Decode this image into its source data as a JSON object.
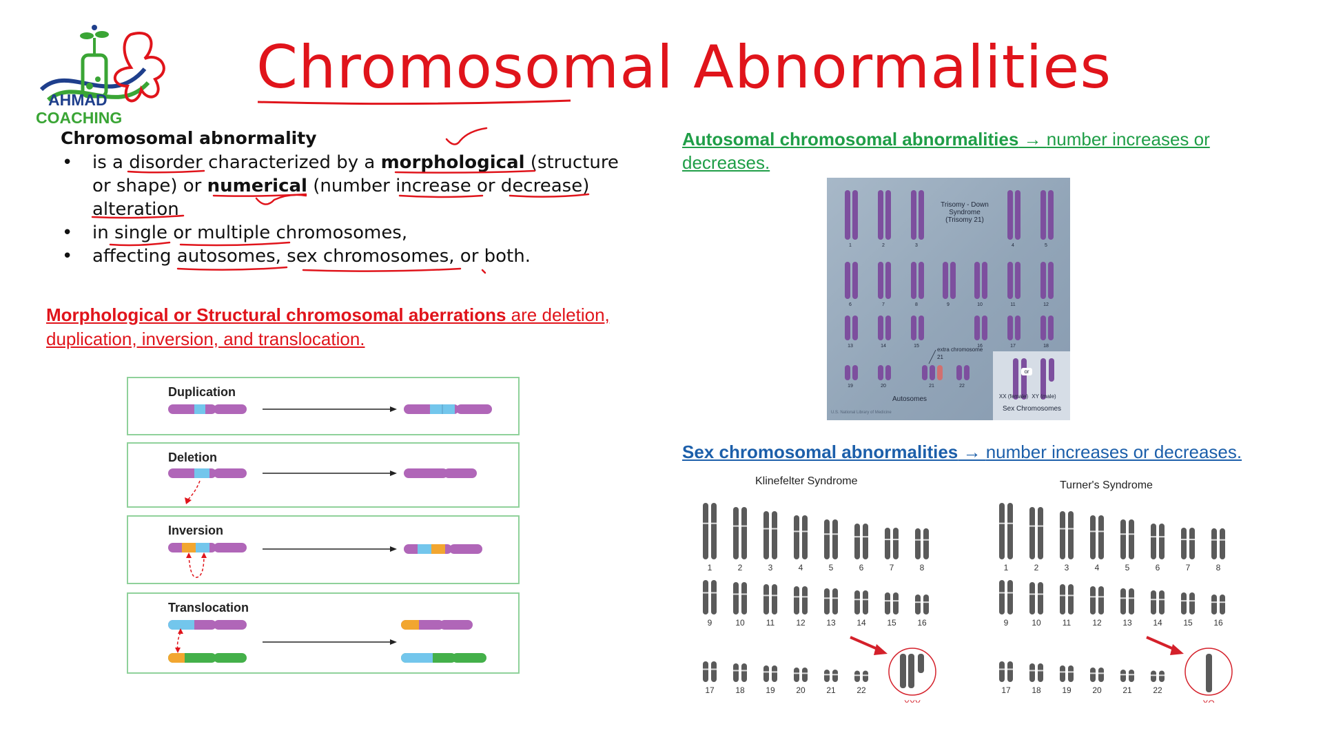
{
  "logo": {
    "line1": "AHMAD",
    "line2": "COACHING",
    "colors": {
      "ahmad": "#1f3f8c",
      "coaching": "#3aa535"
    }
  },
  "title": "Chromosomal Abnormalities",
  "left": {
    "heading": "Chromosomal abnormality",
    "bullet_symbol": "•",
    "b1": {
      "t1": "is a disorder characterized by a ",
      "bold1": "morphological",
      "t2": " (structure or shape) or ",
      "bold2": "numerical",
      "t3": " (number increase or decrease) alteration"
    },
    "b2": "in single or multiple chromosomes,",
    "b3": "affecting autosomes, sex chromosomes, or both."
  },
  "morph": {
    "bold": "Morphological or Structural chromosomal aberrations",
    "rest": " are deletion, duplication, inversion, and translocation."
  },
  "aberrations": {
    "duplication": "Duplication",
    "deletion": "Deletion",
    "inversion": "Inversion",
    "translocation": "Translocation"
  },
  "autosomal": {
    "bold": "Autosomal chromosomal abnormalities",
    "arrow": " → ",
    "rest": "number increases or decreases."
  },
  "karyotype_photo": {
    "trisomy_label": "Trisomy - Down Syndrome (Trisomy 21)",
    "extra_label": "extra chromosome 21",
    "autosomes": "Autosomes",
    "sex_chromosomes": "Sex Chromosomes",
    "xx": "XX (female)",
    "or": "or",
    "xy": "XY (male)",
    "credit": "U.S. National Library of Medicine",
    "row1": [
      "1",
      "2",
      "3",
      "4",
      "5"
    ],
    "row2": [
      "6",
      "7",
      "8",
      "9",
      "10",
      "11",
      "12"
    ],
    "row3": [
      "13",
      "14",
      "15",
      "16",
      "17",
      "18"
    ],
    "row4": [
      "19",
      "20",
      "21",
      "22"
    ]
  },
  "sex": {
    "bold": "Sex chromosomal abnormalities",
    "arrow": " → ",
    "rest": "number increases or decreases."
  },
  "klinefelter": {
    "title": "Klinefelter Syndrome",
    "row1": [
      "1",
      "2",
      "3",
      "4",
      "5",
      "6",
      "7",
      "8"
    ],
    "row2": [
      "9",
      "10",
      "11",
      "12",
      "13",
      "14",
      "15",
      "16"
    ],
    "row3": [
      "17",
      "18",
      "19",
      "20",
      "21",
      "22"
    ],
    "sex_label": "XXY"
  },
  "turner": {
    "title": "Turner's Syndrome",
    "row1": [
      "1",
      "2",
      "3",
      "4",
      "5",
      "6",
      "7",
      "8"
    ],
    "row2": [
      "9",
      "10",
      "11",
      "12",
      "13",
      "14",
      "15",
      "16"
    ],
    "row3": [
      "17",
      "18",
      "19",
      "20",
      "21",
      "22"
    ],
    "sex_label": "XO"
  },
  "colors": {
    "title_red": "#e0141b",
    "auto_green": "#1f9e47",
    "sex_blue": "#1c5faa",
    "panel_border": "#8fd19a",
    "chrom_purple": "#b066b8",
    "chrom_blue": "#73c6ec",
    "chrom_orange": "#f2a630",
    "chrom_green": "#44b04a"
  }
}
